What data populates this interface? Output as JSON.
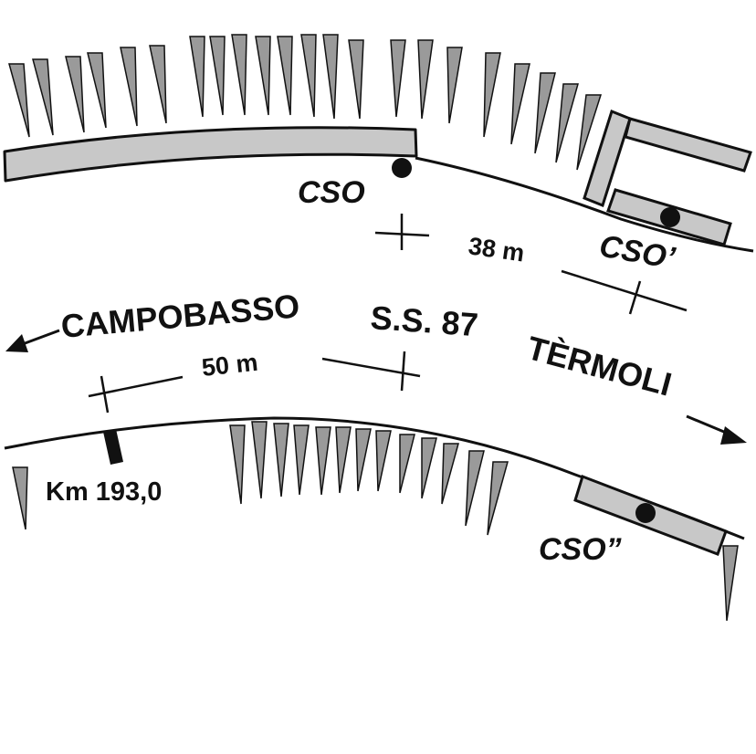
{
  "road": {
    "name": "S.S. 87",
    "west_destination": "CAMPOBASSO",
    "east_destination": "TÈRMOLI"
  },
  "sites": {
    "cso": "CSO",
    "cso_prime": "CSO’",
    "cso_double_prime": "CSO”"
  },
  "distances": {
    "upper": "38 m",
    "lower": "50 m"
  },
  "milestone": {
    "label": "Km 193,0"
  },
  "colors": {
    "line": "#111111",
    "building_fill": "#c8c8c8",
    "tree_fill": "#9a9a9a"
  }
}
